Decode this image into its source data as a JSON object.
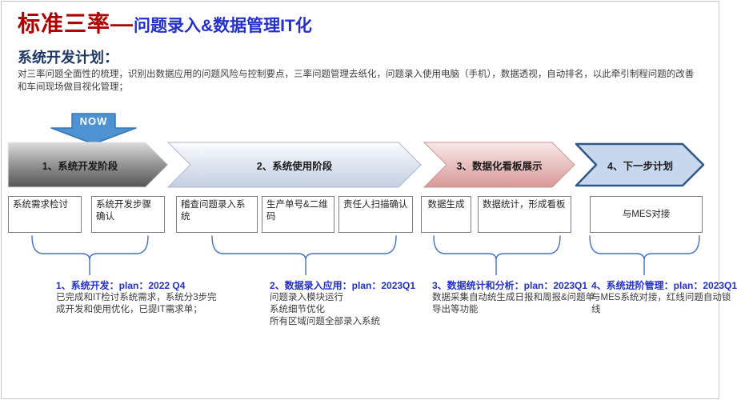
{
  "title": {
    "red": "标准三率—",
    "blue": "问题录入&数据管理IT化"
  },
  "section": {
    "heading": "系统开发计划：",
    "body_line1": "对三率问题全面性的梳理，识别出数据应用的问题风险与控制要点，三率问题管理去纸化，问题录入使用电脑（手机），数据透视，自动排名，以此牵引制程问题的改善",
    "body_line2": "和车间现场做目视化管理；"
  },
  "now": {
    "label": "NOW"
  },
  "stages": [
    {
      "label": "1、系统开发阶段"
    },
    {
      "label": "2、系统使用阶段"
    },
    {
      "label": "3、数据化看板展示"
    },
    {
      "label": "4、下一步计划"
    }
  ],
  "boxes": [
    "系统需求检讨",
    "系统开发步骤确认",
    "稽查问题录入系统",
    "生产单号&二维码",
    "责任人扫描确认",
    "数据生成",
    "数据统计，形成看板",
    "与MES对接"
  ],
  "plans": [
    {
      "title": "1、系统开发：plan：2022 Q4",
      "lines": [
        "已完成和IT检讨系统需求，系统分3步完",
        "成开发和使用优化，已提IT需求单；"
      ]
    },
    {
      "title": "2、数据录入应用：plan：2023Q1",
      "lines": [
        "问题录入模块运行",
        "系统细节优化",
        "所有区域问题全部录入系统"
      ]
    },
    {
      "title": "3、数据统计和分析：plan：2023Q1",
      "lines": [
        "数据采集自动统生成日报和周报&问题单",
        "导出等功能"
      ]
    },
    {
      "title": "4、系统进阶管理：plan：2023Q1",
      "lines": [
        "与MES系统对接，红线问题自动锁",
        "线"
      ]
    }
  ],
  "colors": {
    "title_red": "#b00000",
    "title_blue": "#2430cc",
    "heading_navy": "#1f3864",
    "body_text": "#3d3d3d",
    "now_fill": "#4e92d2",
    "now_border": "#3876b4",
    "stage1_gradient_top": "#dcdcdc",
    "stage1_gradient_bottom": "#555555",
    "stage2_gradient_top": "#fafcfe",
    "stage2_gradient_bottom": "#c3cfe3",
    "stage3_gradient_top": "#f8e8e8",
    "stage3_gradient_bottom": "#d89898",
    "stage4_fill": "#c7d7ee",
    "stage4_border": "#2e5787",
    "box_border": "#7f7f7f",
    "brace_blue": "#4472c4"
  }
}
